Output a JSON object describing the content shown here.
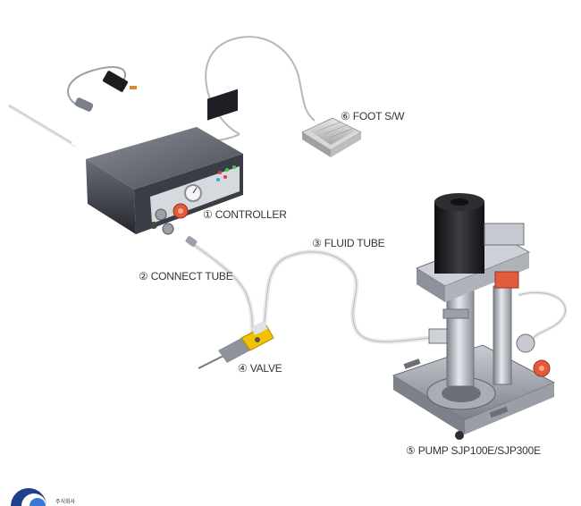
{
  "labels": {
    "controller": "① CONTROLLER",
    "connect_tube": "② CONNECT TUBE",
    "fluid_tube": "③ FLUID TUBE",
    "valve": "④ VALVE",
    "pump": "⑤ PUMP SJP100E/SJP300E",
    "foot_switch": "⑥ FOOT S/W"
  },
  "logo": {
    "text": "주식회사"
  },
  "colors": {
    "controller_body": "#3a3d45",
    "panel": "#d6d9de",
    "valve_accent": "#f2c200",
    "pump_metal": "#b8bcc4",
    "motor": "#1c1c1e",
    "knob": "#e25b3a",
    "tube": "#e8e8e8"
  }
}
